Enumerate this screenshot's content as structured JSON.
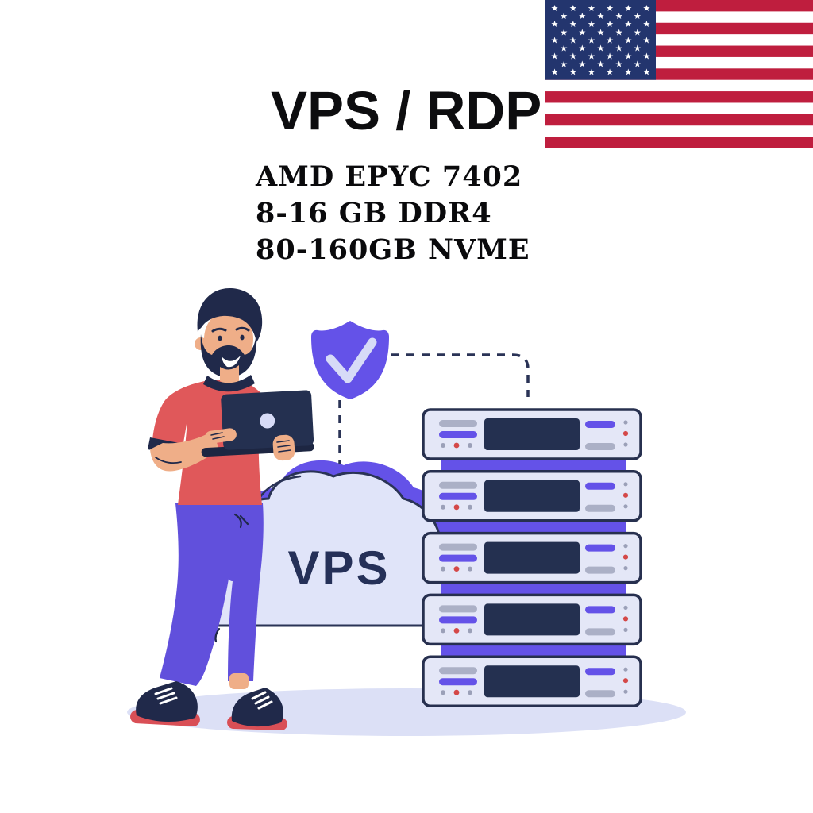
{
  "title": "VPS / RDP",
  "specs": {
    "lines": [
      "AMD EPYC 7402",
      "8-16 GB DDR4",
      "80-160GB NVME"
    ]
  },
  "flag": {
    "label": "United States flag",
    "stripe_count": 13,
    "red": "#BF1E3E",
    "white": "#FFFFFF",
    "canton_blue": "#23356E",
    "star_glyph": "★",
    "star_rows": [
      6,
      5,
      6,
      5,
      6,
      5,
      6,
      5,
      6
    ]
  },
  "illustration": {
    "cloud_label": "VPS",
    "server_count": 5,
    "colors": {
      "purple": "#6452E8",
      "navy": "#27304F",
      "ink": "#20294A",
      "outline": "#2A3356",
      "panel": "#E4E7F7",
      "cloud": "#E0E4F9",
      "check": "#D7DBF7",
      "gray_pill": "#ABB0C6",
      "gray_dot": "#9BA0B8",
      "red_dot": "#D44848",
      "screen": "#243050",
      "shirt": "#E0585A",
      "skin": "#EFAE88",
      "sole": "#D94F56",
      "pants": "#6150DC",
      "shadow": "#DCE0F6",
      "label_navy": "#253058",
      "white": "#FFFFFF"
    }
  }
}
